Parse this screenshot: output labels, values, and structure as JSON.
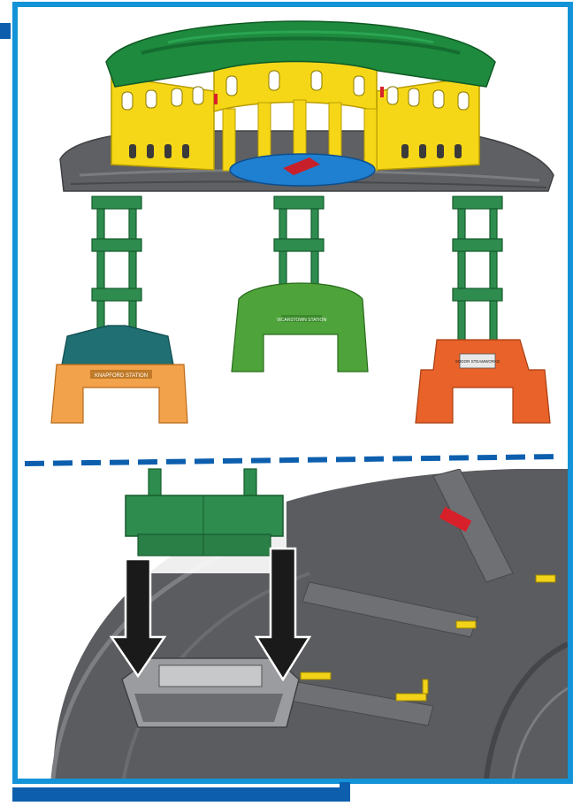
{
  "figure": {
    "top_panel": {
      "left_base_sign": "KNAPFORD STATION",
      "center_base_sign": "VICARSTOWN STATION",
      "right_base_sign": "SODOR STEAMWORKS"
    }
  },
  "colors": {
    "frame": "#1393d8",
    "accent_dark_blue": "#0d5fae",
    "roof_green": "#1e8a3e",
    "station_yellow": "#f6d718",
    "platform_grey": "#5e6063",
    "turntable_blue": "#1f7fd1",
    "support_green": "#2e8c4f",
    "base_orange_left": "#f2a24a",
    "base_green_center": "#4ea33a",
    "base_orange_right": "#e8622a",
    "detail_grey": "#6d6f72",
    "arrow": "#1a1a1a"
  }
}
